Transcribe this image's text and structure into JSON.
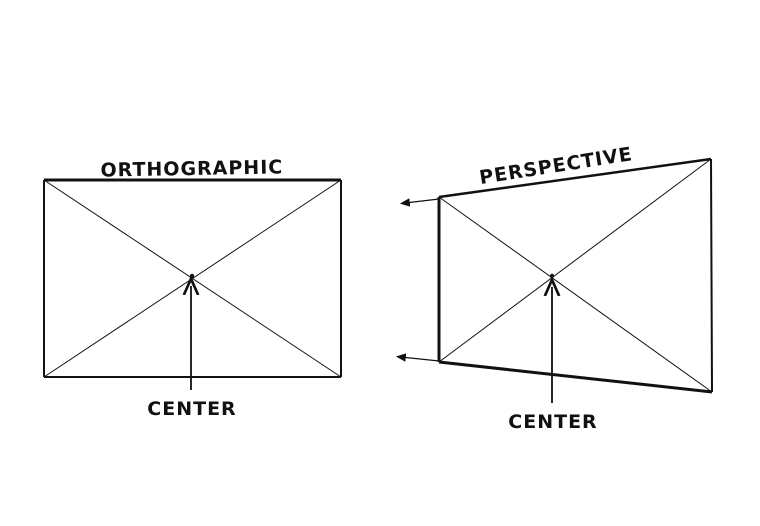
{
  "orthographic": {
    "title": "ORTHOGRAPHIC",
    "center_label": "CENTER"
  },
  "perspective": {
    "title": "PERSPECTIVE",
    "center_label": "CENTER"
  },
  "colors": {
    "ink": "#111111",
    "background": "#ffffff"
  }
}
